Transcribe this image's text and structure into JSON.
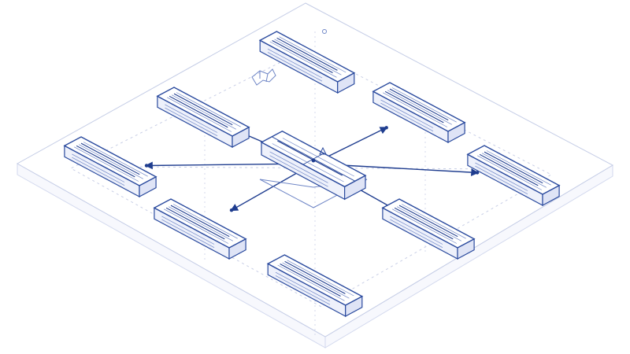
{
  "diagram": {
    "colors": {
      "ink": "#2a4a9e",
      "ink_dark": "#1f3d8f",
      "ink_light": "#6f86c6",
      "guide": "#c9cfe6"
    },
    "nodes": [
      {
        "id": "node-top",
        "label": ""
      },
      {
        "id": "node-upper-left",
        "label": ""
      },
      {
        "id": "node-upper-right",
        "label": ""
      },
      {
        "id": "node-left",
        "label": ""
      },
      {
        "id": "node-right",
        "label": ""
      },
      {
        "id": "node-lower-left",
        "label": ""
      },
      {
        "id": "node-lower-right",
        "label": ""
      },
      {
        "id": "node-bottom",
        "label": ""
      }
    ],
    "hub": {
      "id": "central-hub",
      "label": ""
    },
    "connections": [
      {
        "from": "central-hub",
        "to": "node-upper-left",
        "arrow": true
      },
      {
        "from": "central-hub",
        "to": "node-upper-right",
        "arrow": true
      },
      {
        "from": "central-hub",
        "to": "node-left",
        "arrow": true
      },
      {
        "from": "central-hub",
        "to": "node-right",
        "arrow": true
      },
      {
        "from": "central-hub",
        "to": "node-lower-left",
        "arrow": true
      },
      {
        "from": "central-hub",
        "to": "node-lower-right",
        "arrow": true
      }
    ]
  }
}
